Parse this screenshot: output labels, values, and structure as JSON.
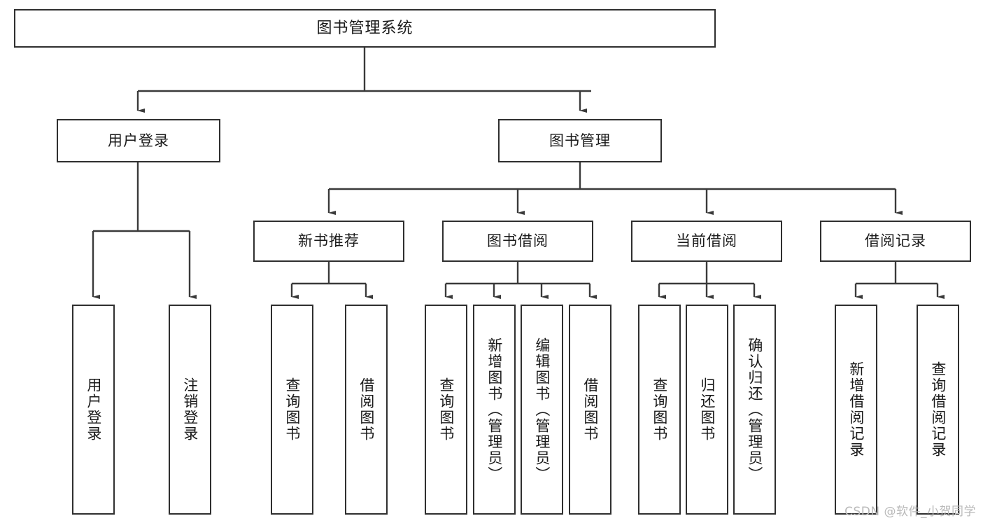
{
  "diagram": {
    "type": "tree-hierarchy-chart",
    "title": "图书管理系统",
    "colors": {
      "background": "#ffffff",
      "box_border": "#2f2f2f",
      "connector": "#3a3a3a",
      "text": "#1a1a1a",
      "watermark": "#b9b9b9"
    },
    "root": {
      "label": "图书管理系统"
    },
    "level2": [
      {
        "id": "user-login",
        "label": "用户登录"
      },
      {
        "id": "book-management",
        "label": "图书管理"
      }
    ],
    "level3": [
      {
        "id": "new-book-recommend",
        "label": "新书推荐"
      },
      {
        "id": "book-borrow",
        "label": "图书借阅"
      },
      {
        "id": "current-borrow",
        "label": "当前借阅"
      },
      {
        "id": "borrow-record",
        "label": "借阅记录"
      }
    ],
    "leaves": {
      "user-login": [
        {
          "id": "leaf-user-login",
          "label": "用户登录"
        },
        {
          "id": "leaf-logout",
          "label": "注销登录"
        }
      ],
      "new-book-recommend": [
        {
          "id": "leaf-query-book-1",
          "label": "查询图书"
        },
        {
          "id": "leaf-borrow-book-1",
          "label": "借阅图书"
        }
      ],
      "book-borrow": [
        {
          "id": "leaf-query-book-2",
          "label": "查询图书"
        },
        {
          "id": "leaf-add-book",
          "label": "新增图书（管理员）"
        },
        {
          "id": "leaf-edit-book",
          "label": "编辑图书（管理员）"
        },
        {
          "id": "leaf-borrow-book-2",
          "label": "借阅图书"
        }
      ],
      "current-borrow": [
        {
          "id": "leaf-query-book-3",
          "label": "查询图书"
        },
        {
          "id": "leaf-return-book",
          "label": "归还图书"
        },
        {
          "id": "leaf-confirm-return",
          "label": "确认归还（管理员）"
        }
      ],
      "borrow-record": [
        {
          "id": "leaf-add-record",
          "label": "新增借阅记录"
        },
        {
          "id": "leaf-query-record",
          "label": "查询借阅记录"
        }
      ]
    }
  },
  "watermark": {
    "text": "CSDN @软件_小贺同学"
  }
}
